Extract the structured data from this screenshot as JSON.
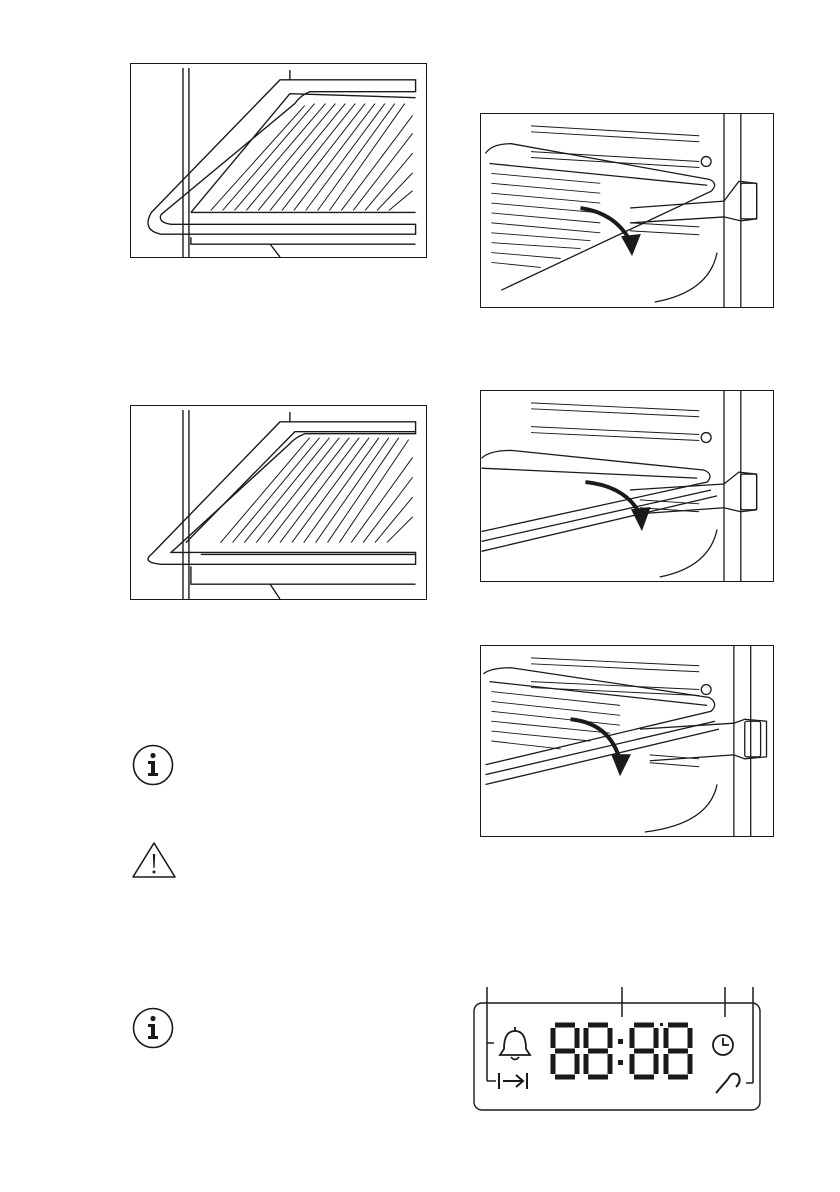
{
  "figures": [
    {
      "id": "shelf-tray-1",
      "icon": "oven-shelf-with-tray-illustration"
    },
    {
      "id": "shelf-tray-2",
      "icon": "oven-shelf-with-tray-illustration"
    },
    {
      "id": "rail-wire-shelf",
      "icon": "telescopic-rail-wire-shelf-illustration"
    },
    {
      "id": "rail-tray",
      "icon": "telescopic-rail-tray-illustration"
    },
    {
      "id": "rail-wire-shelf-tray",
      "icon": "telescopic-rail-shelf-and-tray-illustration"
    }
  ],
  "icons": {
    "info_1": "info-icon",
    "warning": "warning-icon",
    "info_2": "info-icon"
  },
  "display": {
    "digits": "88:88",
    "icons": [
      "bell-icon",
      "arrow-to-bar-icon",
      "clock-icon",
      "probe-icon"
    ]
  },
  "colors": {
    "line": "#1a1a1a",
    "background": "#ffffff"
  }
}
